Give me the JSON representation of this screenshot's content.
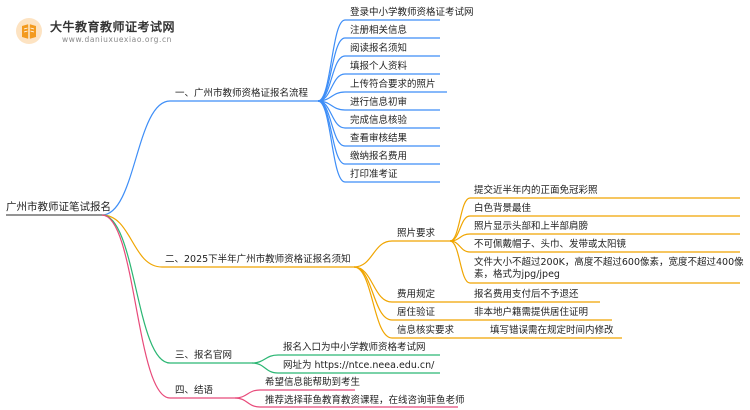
{
  "logo": {
    "title": "大牛教育教师证考试网",
    "url": "www.daniuxuexiao.org.cn"
  },
  "colors": {
    "branch1": "#3e8ef7",
    "branch2": "#f0a500",
    "branch3": "#2bb673",
    "branch4": "#e84a7a",
    "root_line": "#555555"
  },
  "root": "广州市教师证笔试报名",
  "branches": [
    {
      "label": "一、广州市教师资格证报名流程",
      "children": [
        {
          "label": "登录中小学教师资格证考试网"
        },
        {
          "label": "注册相关信息"
        },
        {
          "label": "阅读报名须知"
        },
        {
          "label": "填报个人资料"
        },
        {
          "label": "上传符合要求的照片"
        },
        {
          "label": "进行信息初审"
        },
        {
          "label": "完成信息核验"
        },
        {
          "label": "查看审核结果"
        },
        {
          "label": "缴纳报名费用"
        },
        {
          "label": "打印准考证"
        }
      ]
    },
    {
      "label": "二、2025下半年广州市教师资格证报名须知",
      "children": [
        {
          "label": "照片要求",
          "children": [
            {
              "label": "提交近半年内的正面免冠彩照"
            },
            {
              "label": "白色背景最佳"
            },
            {
              "label": "照片显示头部和上半部肩膀"
            },
            {
              "label": "不可佩戴帽子、头巾、发带或太阳镜"
            },
            {
              "label": "文件大小不超过200K，高度不超过600像素，宽度不超过400像素，格式为jpg/jpeg"
            }
          ]
        },
        {
          "label": "费用规定",
          "children": [
            {
              "label": "报名费用支付后不予退还"
            }
          ]
        },
        {
          "label": "居住验证",
          "children": [
            {
              "label": "非本地户籍需提供居住证明"
            }
          ]
        },
        {
          "label": "信息核实要求",
          "children": [
            {
              "label": "填写错误需在规定时间内修改"
            }
          ]
        }
      ]
    },
    {
      "label": "三、报名官网",
      "children": [
        {
          "label": "报名入口为中小学教师资格考试网"
        },
        {
          "label": "网址为 https://ntce.neea.edu.cn/"
        }
      ]
    },
    {
      "label": "四、结语",
      "children": [
        {
          "label": "希望信息能帮助到考生"
        },
        {
          "label": "推荐选择菲鱼教育教资课程，在线咨询菲鱼老师"
        }
      ]
    }
  ]
}
